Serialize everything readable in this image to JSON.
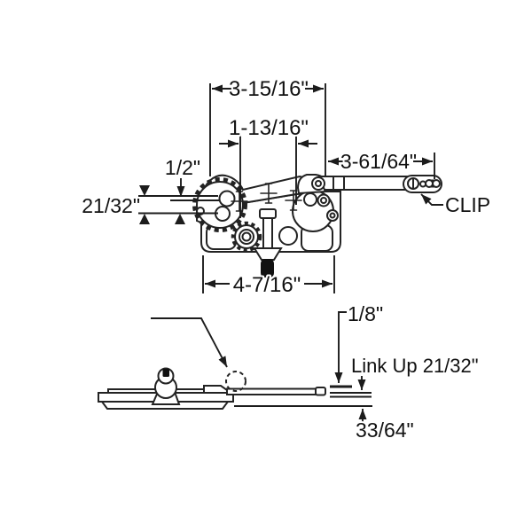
{
  "diagram": {
    "labels": {
      "dim_top_width": "3-15/16\"",
      "dim_inner_width": "1-13/16\"",
      "dim_half": "1/2\"",
      "dim_21_32": "21/32\"",
      "dim_arm_length": "3-61/64\"",
      "clip": "CLIP",
      "dim_body_width": "4-7/16\"",
      "dim_eighth": "1/8\"",
      "link_up": "Link Up 21/32\"",
      "dim_33_64": "33/64\""
    },
    "colors": {
      "line": "#232323",
      "text": "#111111",
      "background": "#ffffff",
      "solid_fill": "#111111"
    }
  }
}
